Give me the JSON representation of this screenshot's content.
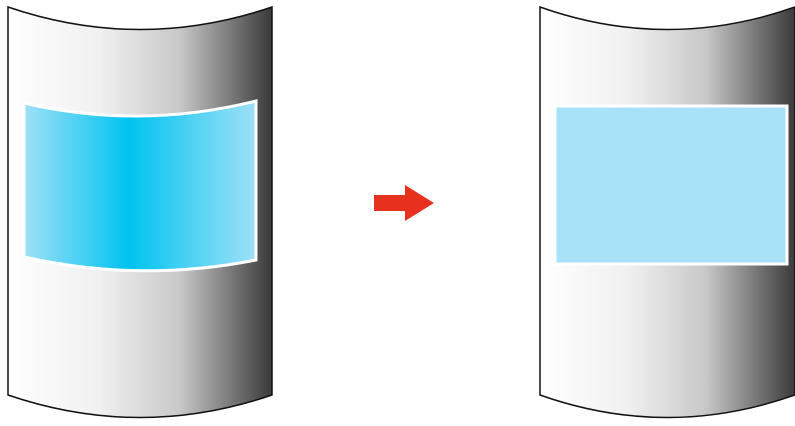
{
  "diagram": {
    "before": {
      "surface": "curved-screen",
      "projection": "warped-image"
    },
    "transition": "right-arrow",
    "after": {
      "surface": "curved-screen",
      "projection": "corrected-image"
    }
  },
  "colors": {
    "panel_light": "#ffffff",
    "panel_mid": "#c8c8c8",
    "panel_dark": "#3a3a3a",
    "outline": "#111111",
    "warped_edge": "#9fe0f7",
    "warped_center": "#00c3f0",
    "corrected_fill": "#a8e2f8",
    "arrow": "#e8301f"
  }
}
